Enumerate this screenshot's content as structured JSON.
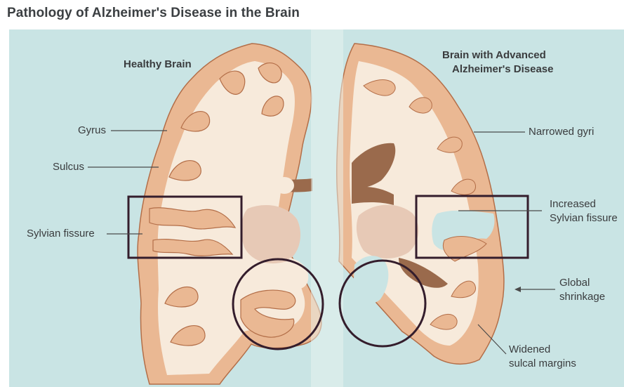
{
  "title": "Pathology of Alzheimer's Disease in the Brain",
  "headers": {
    "healthy": "Healthy Brain",
    "advanced_line1": "Brain with Advanced",
    "advanced_line2": "Alzheimer's Disease"
  },
  "labels_left": {
    "gyrus": "Gyrus",
    "sulcus": "Sulcus",
    "sylvian": "Sylvian fissure"
  },
  "labels_right": {
    "narrowed": "Narrowed gyri",
    "increased_line1": "Increased",
    "increased_line2": "Sylvian fissure",
    "global_line1": "Global",
    "global_line2": "shrinkage",
    "widened_line1": "Widened",
    "widened_line2": "sulcal margins"
  },
  "colors": {
    "background": "#c9e4e4",
    "cortex": "#eab893",
    "cortex_edge": "#b36e48",
    "white_matter": "#f7eadb",
    "ventricle": "#9a6a4c",
    "highlight_frame": "#341d2c"
  }
}
